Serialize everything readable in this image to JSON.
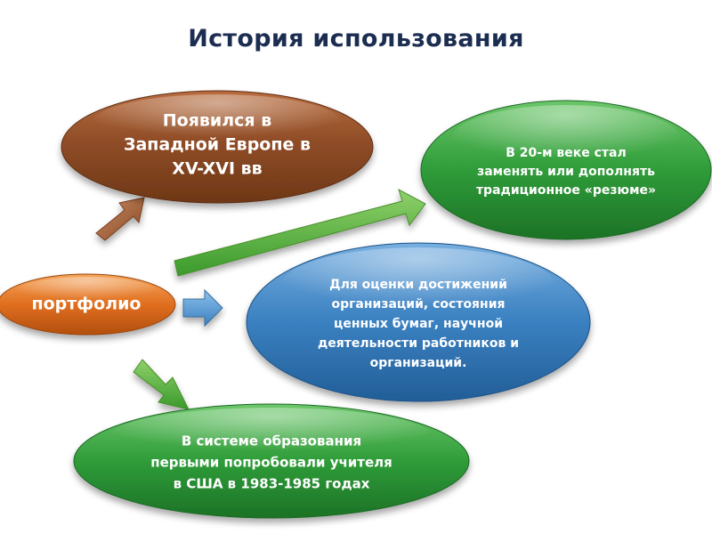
{
  "title": "История использования",
  "colors": {
    "brown": "#8a4a26",
    "orange": "#d9661c",
    "green": "#2e9a3a",
    "blue": "#3177b5"
  },
  "nodes": {
    "portfolio": {
      "lines": [
        "портфолио"
      ]
    },
    "origin": {
      "lines": [
        "Появился в",
        "Западной Европе в",
        "XV-XVI вв"
      ]
    },
    "century20": {
      "lines": [
        "В 20-м веке стал",
        "заменять или дополнять",
        "традиционное «резюме»"
      ]
    },
    "evaluation": {
      "lines": [
        "Для оценки достижений",
        "организаций, состояния",
        "ценных бумаг, научной",
        "деятельности  работников и",
        "организаций."
      ]
    },
    "education": {
      "lines": [
        "В системе образования",
        "первыми попробовали учителя",
        "в США в 1983-1985 годах"
      ]
    }
  }
}
